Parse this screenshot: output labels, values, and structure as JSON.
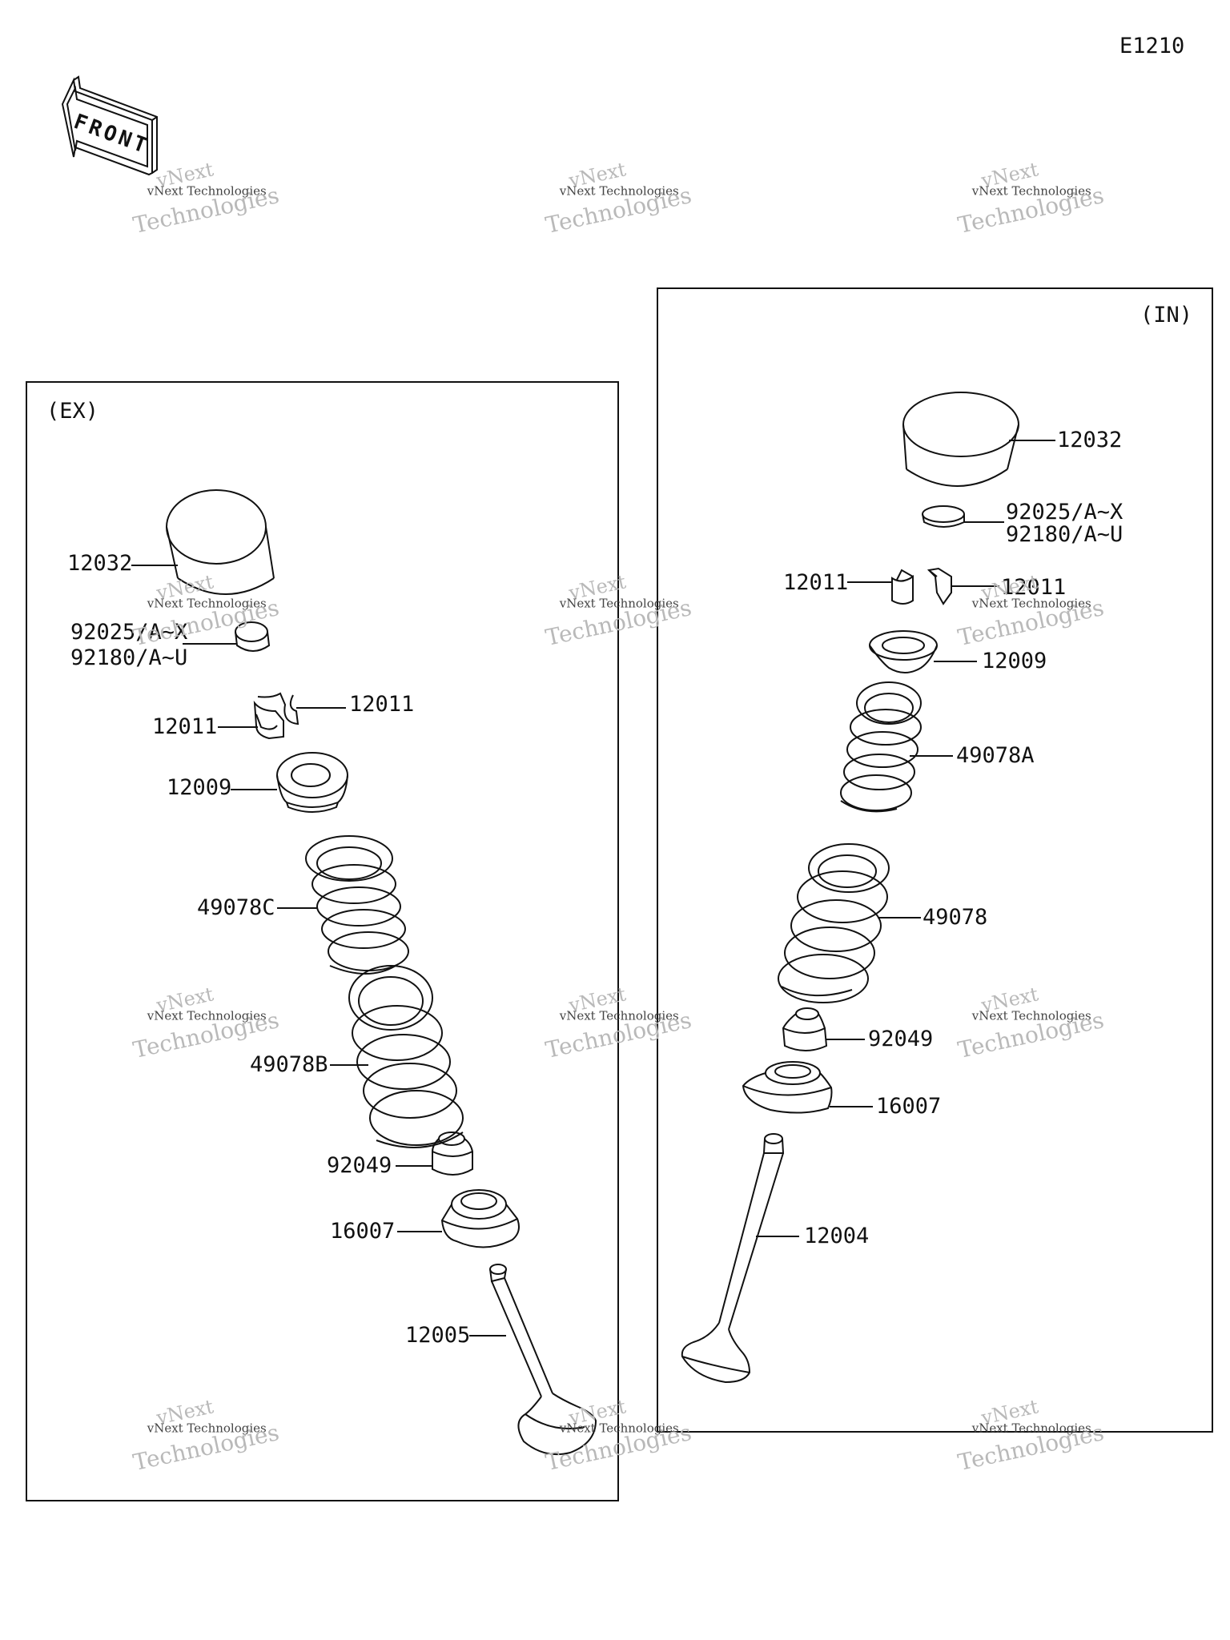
{
  "sheet_code": "E1210",
  "front_arrow_text": "FRONT",
  "sections": {
    "ex": {
      "title": "(EX)",
      "labels": {
        "lifter": "12032",
        "shim_1": "92025/A~X",
        "shim_2": "92180/A~U",
        "cotter_left": "12011",
        "cotter_right": "12011",
        "retainer": "12009",
        "spring_inner": "49078C",
        "spring_outer": "49078B",
        "stem_seal": "92049",
        "spring_seat": "16007",
        "valve": "12005"
      }
    },
    "in": {
      "title": "(IN)",
      "labels": {
        "lifter": "12032",
        "shim_1": "92025/A~X",
        "shim_2": "92180/A~U",
        "cotter_left": "12011",
        "cotter_right": "12011",
        "retainer": "12009",
        "spring_inner": "49078A",
        "spring_outer": "49078",
        "stem_seal": "92049",
        "spring_seat": "16007",
        "valve": "12004"
      }
    }
  },
  "watermark": {
    "line1": "vNext",
    "line2": "vNext Technologies",
    "line3": "Technologies"
  },
  "colors": {
    "ink": "#111111",
    "watermark": "#b9b9b9",
    "background": "#ffffff"
  }
}
